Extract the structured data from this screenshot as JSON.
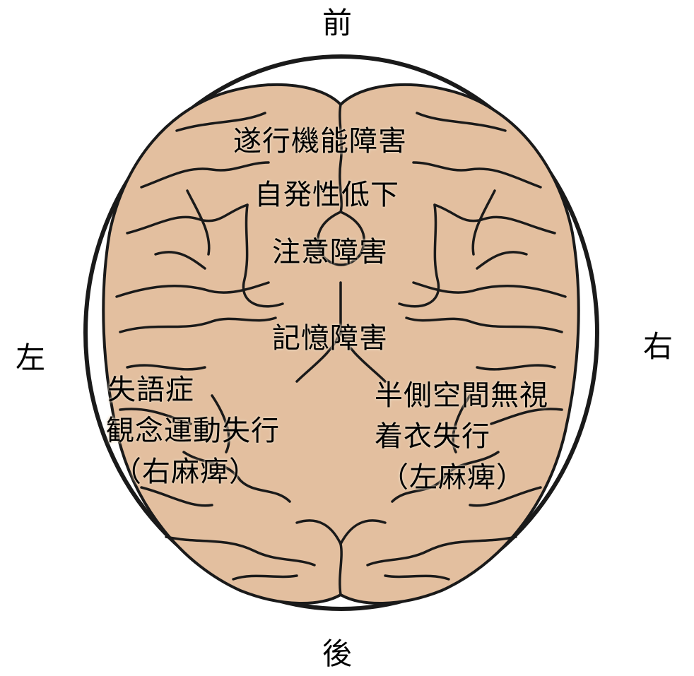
{
  "directions": {
    "front": "前",
    "back": "後",
    "left": "左",
    "right": "右"
  },
  "regions": {
    "frontal_1": "遂行機能障害",
    "frontal_2": "自発性低下",
    "frontal_3": "注意障害",
    "memory": "記憶障害",
    "left_1": "失語症",
    "left_2": "観念運動失行",
    "left_3": "（右麻痺）",
    "right_1": "半側空間無視",
    "right_2": "着衣失行",
    "right_3": "（左麻痺）"
  },
  "colors": {
    "brain": "#E3BF9F",
    "outline": "#1a1a1a",
    "skull_gap": "#ffffff"
  }
}
